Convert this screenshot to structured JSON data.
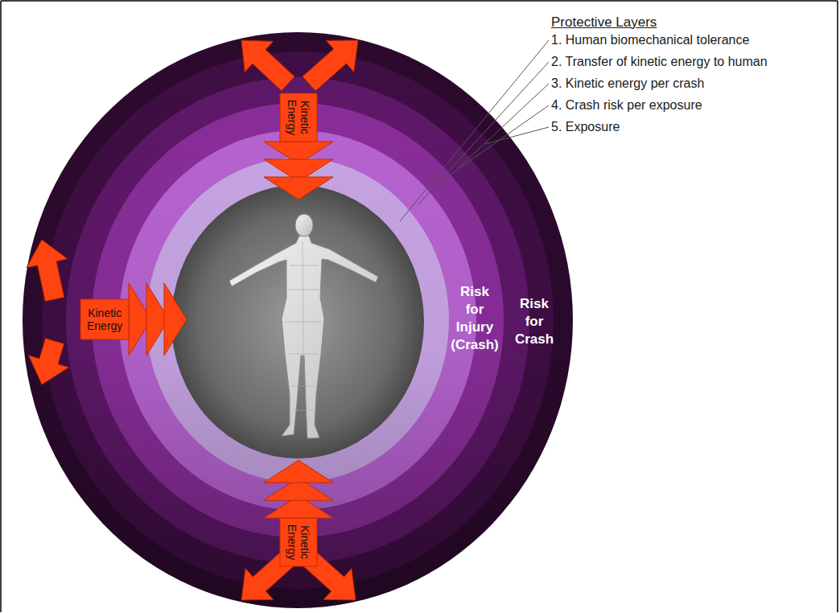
{
  "diagram": {
    "nodes": [
      {
        "text": [
          "Kinetic Energy"
        ]
      },
      {
        "text": [
          "Kinetic Energy"
        ]
      },
      {
        "text": [
          "Kinetic Energy"
        ]
      }
    ],
    "labels": [
      "Protective Layers",
      "1. Human biomechanical tolerance",
      "2. Transfer of kinetic energy to human",
      "3. Kinetic energy per crash",
      "4. Crash risk per exposure",
      "5. Exposure",
      "Risk for Injury (Crash)",
      "Risk for Crash"
    ]
  }
}
